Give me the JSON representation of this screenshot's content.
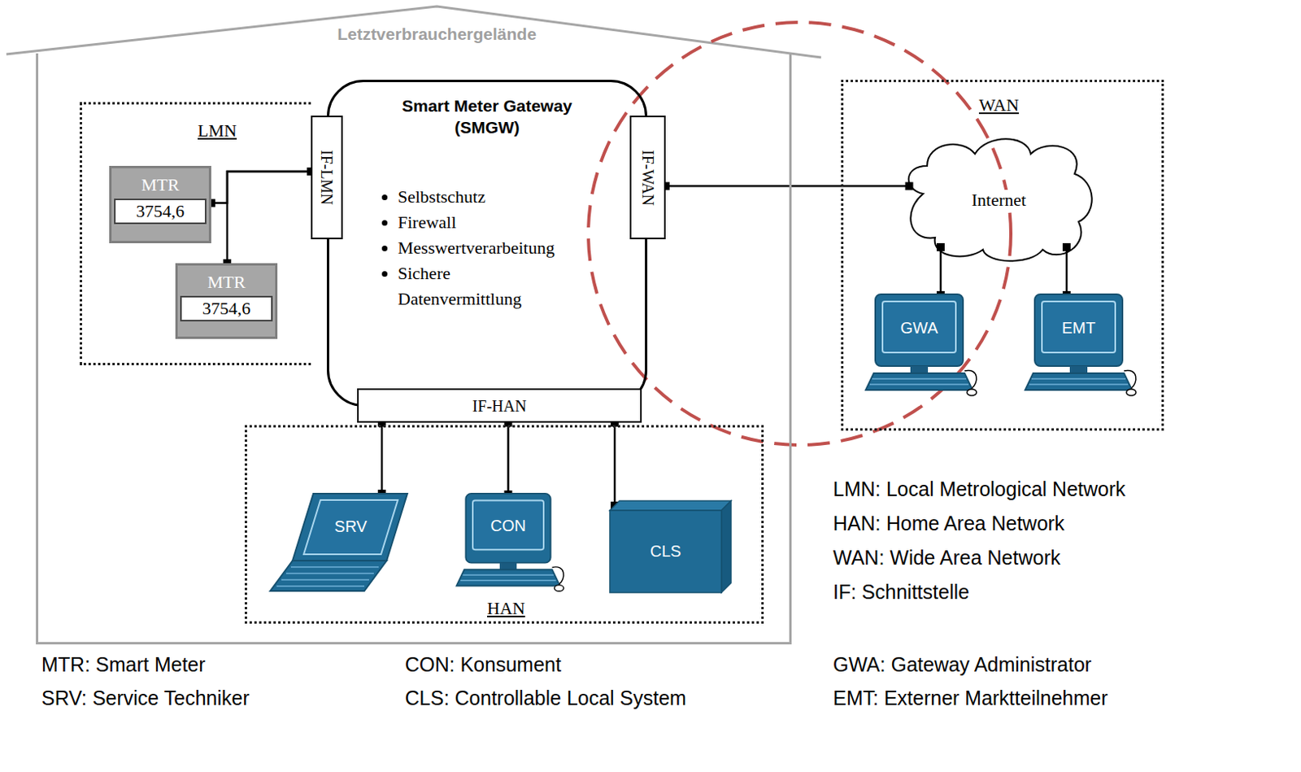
{
  "diagram": {
    "nodes": [
      {
        "text": [
          "Letztverbrauchergelände"
        ]
      },
      {
        "text": [
          "LMN"
        ],
        "in": 0
      },
      {
        "text": [
          "MTR",
          "3754,6"
        ],
        "in": 1
      },
      {
        "text": [
          "MTR",
          "3754,6"
        ],
        "in": 1
      },
      {
        "text": [
          "Smart Meter Gateway (SMGW)",
          "Selbstschutz",
          "Firewall",
          "Messwertverarbeitung",
          "Sichere Datenvermittlung"
        ],
        "in": 0
      },
      {
        "text": [
          "IF-LMN"
        ],
        "in": 4
      },
      {
        "text": [
          "IF-WAN"
        ],
        "in": 4
      },
      {
        "text": [
          "IF-HAN"
        ],
        "in": 4
      },
      {
        "text": [
          "HAN"
        ],
        "in": 0
      },
      {
        "text": [
          "SRV"
        ],
        "in": 8
      },
      {
        "text": [
          "CON"
        ],
        "in": 8
      },
      {
        "text": [
          "CLS"
        ],
        "in": 8
      },
      {
        "text": [
          "WAN"
        ]
      },
      {
        "text": [
          "Internet"
        ],
        "in": 12
      },
      {
        "text": [
          "GWA"
        ],
        "in": 12
      },
      {
        "text": [
          "EMT"
        ],
        "in": 12
      }
    ],
    "edges": [
      {
        "from": 2,
        "to": 5,
        "arrow": "none"
      },
      {
        "from": 3,
        "to": 5,
        "arrow": "none"
      },
      {
        "from": 6,
        "to": 13,
        "arrow": "none"
      },
      {
        "from": 7,
        "to": 9,
        "arrow": "none"
      },
      {
        "from": 7,
        "to": 10,
        "arrow": "none"
      },
      {
        "from": 7,
        "to": 11,
        "arrow": "none"
      },
      {
        "from": 13,
        "to": 14,
        "arrow": "none"
      },
      {
        "from": 13,
        "to": 15,
        "arrow": "none"
      }
    ],
    "labels": [
      "LMN: Local Metrological Network",
      "HAN: Home Area Network",
      "WAN: Wide Area Network",
      "IF: Schnittstelle",
      "MTR: Smart Meter",
      "SRV: Service Techniker",
      "CON: Konsument",
      "CLS: Controllable Local System",
      "GWA: Gateway Administrator",
      "EMT: Externer Marktteilnehmer"
    ]
  }
}
